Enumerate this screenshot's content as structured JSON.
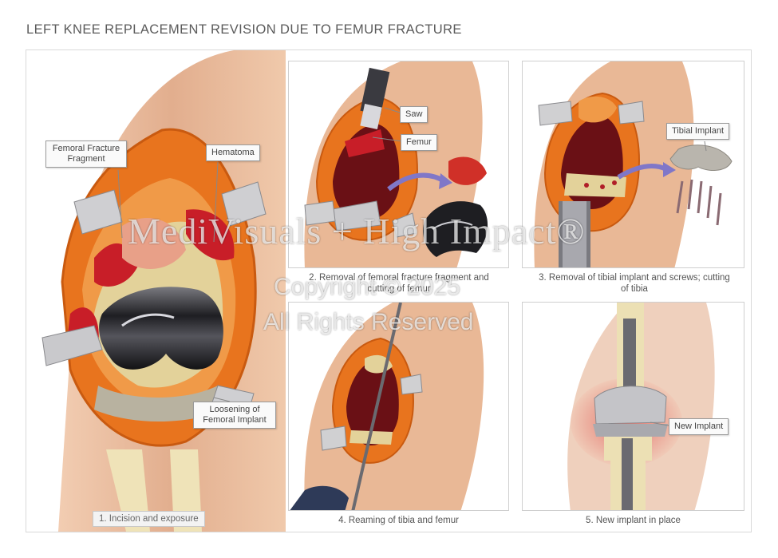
{
  "title": "LEFT KNEE REPLACEMENT REVISION DUE TO FEMUR FRACTURE",
  "panels": [
    {
      "caption": "1. Incision and exposure",
      "labels": [
        "Femoral Fracture Fragment",
        "Hematoma",
        "Loosening of Femoral Implant"
      ]
    },
    {
      "caption": "2. Removal of femoral fracture fragment and cutting of femur",
      "labels": [
        "Saw",
        "Femur"
      ]
    },
    {
      "caption": "3. Removal of tibial implant and screws; cutting of tibia",
      "labels": [
        "Tibial Implant"
      ]
    },
    {
      "caption": "4. Reaming of tibia and femur",
      "labels": []
    },
    {
      "caption": "5. New implant in place",
      "labels": [
        "New Implant"
      ]
    }
  ],
  "watermark": {
    "brand": "MediVisuals + High Impact®",
    "copyright": "Copyright © 2025",
    "rights": "All Rights Reserved"
  },
  "colors": {
    "tissue": "#e8741e",
    "skin": "#e4b393",
    "blood": "#c81e28",
    "bone": "#ead9a0",
    "metal": "#2a2a2e",
    "arrow": "#8077c8"
  }
}
